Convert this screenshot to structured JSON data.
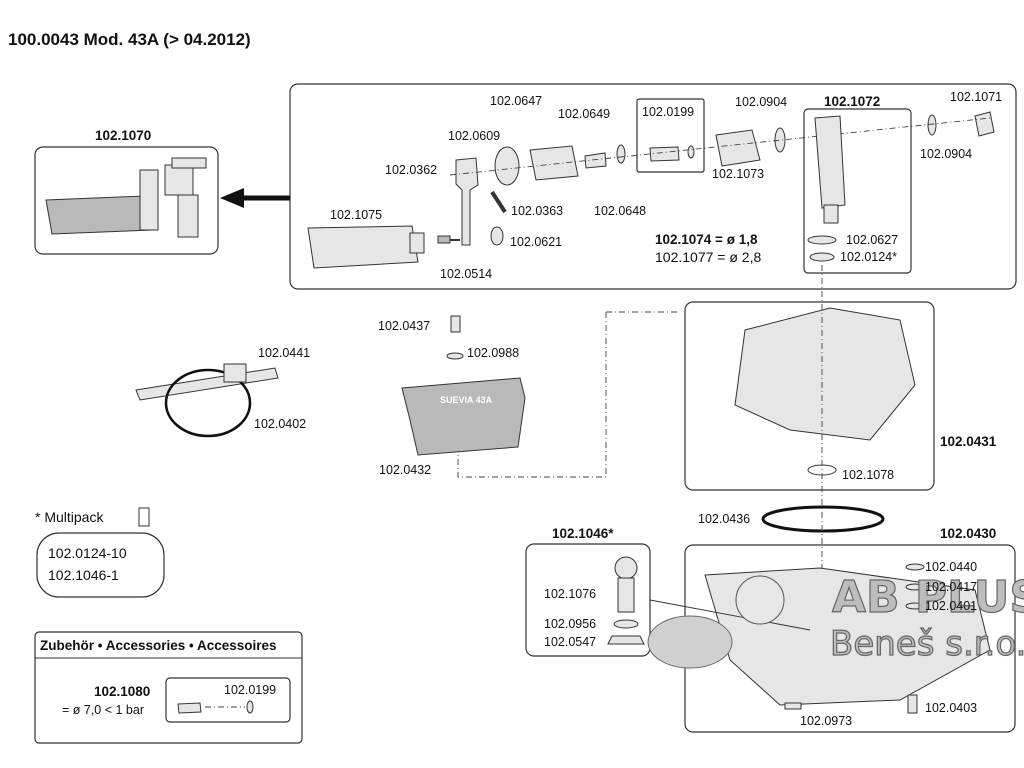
{
  "title": "100.0043 Mod. 43A (> 04.2012)",
  "top_assembly": {
    "parts": [
      "102.1070",
      "102.0647",
      "102.0649",
      "102.0199",
      "102.0904",
      "102.1072",
      "102.1071",
      "102.0609",
      "102.0362",
      "102.1075",
      "102.0363",
      "102.0648",
      "102.1073",
      "102.0904",
      "102.0621",
      "102.0514",
      "102.0627",
      "102.0124*"
    ],
    "note_line1": "102.1074 = ø 1,8",
    "note_line2": "102.1077 = ø 2,8"
  },
  "middle": {
    "clamp": [
      "102.0441",
      "102.0402"
    ],
    "cover": [
      "102.0437",
      "102.0988",
      "102.0432"
    ],
    "cover_text": "SUEVIA 43A",
    "bowl": [
      "102.0431",
      "102.1078",
      "102.0436"
    ]
  },
  "multipack": {
    "heading": "* Multipack",
    "items": [
      "102.0124-10",
      "102.1046-1"
    ]
  },
  "accessories": {
    "heading": "Zubehör • Accessories • Accessoires",
    "part": "102.1080",
    "spec": "= ø 7,0 < 1 bar",
    "sub_part": "102.0199"
  },
  "lower": {
    "valve_group": "102.1046*",
    "valve_parts": [
      "102.1076",
      "102.0956",
      "102.0547"
    ],
    "base": "102.0430",
    "base_parts": [
      "102.0440",
      "102.0417",
      "102.0401",
      "102.0973",
      "102.0403"
    ]
  },
  "watermark": {
    "line1": "AB PLUS",
    "line2": "Beneš s.r.o."
  }
}
